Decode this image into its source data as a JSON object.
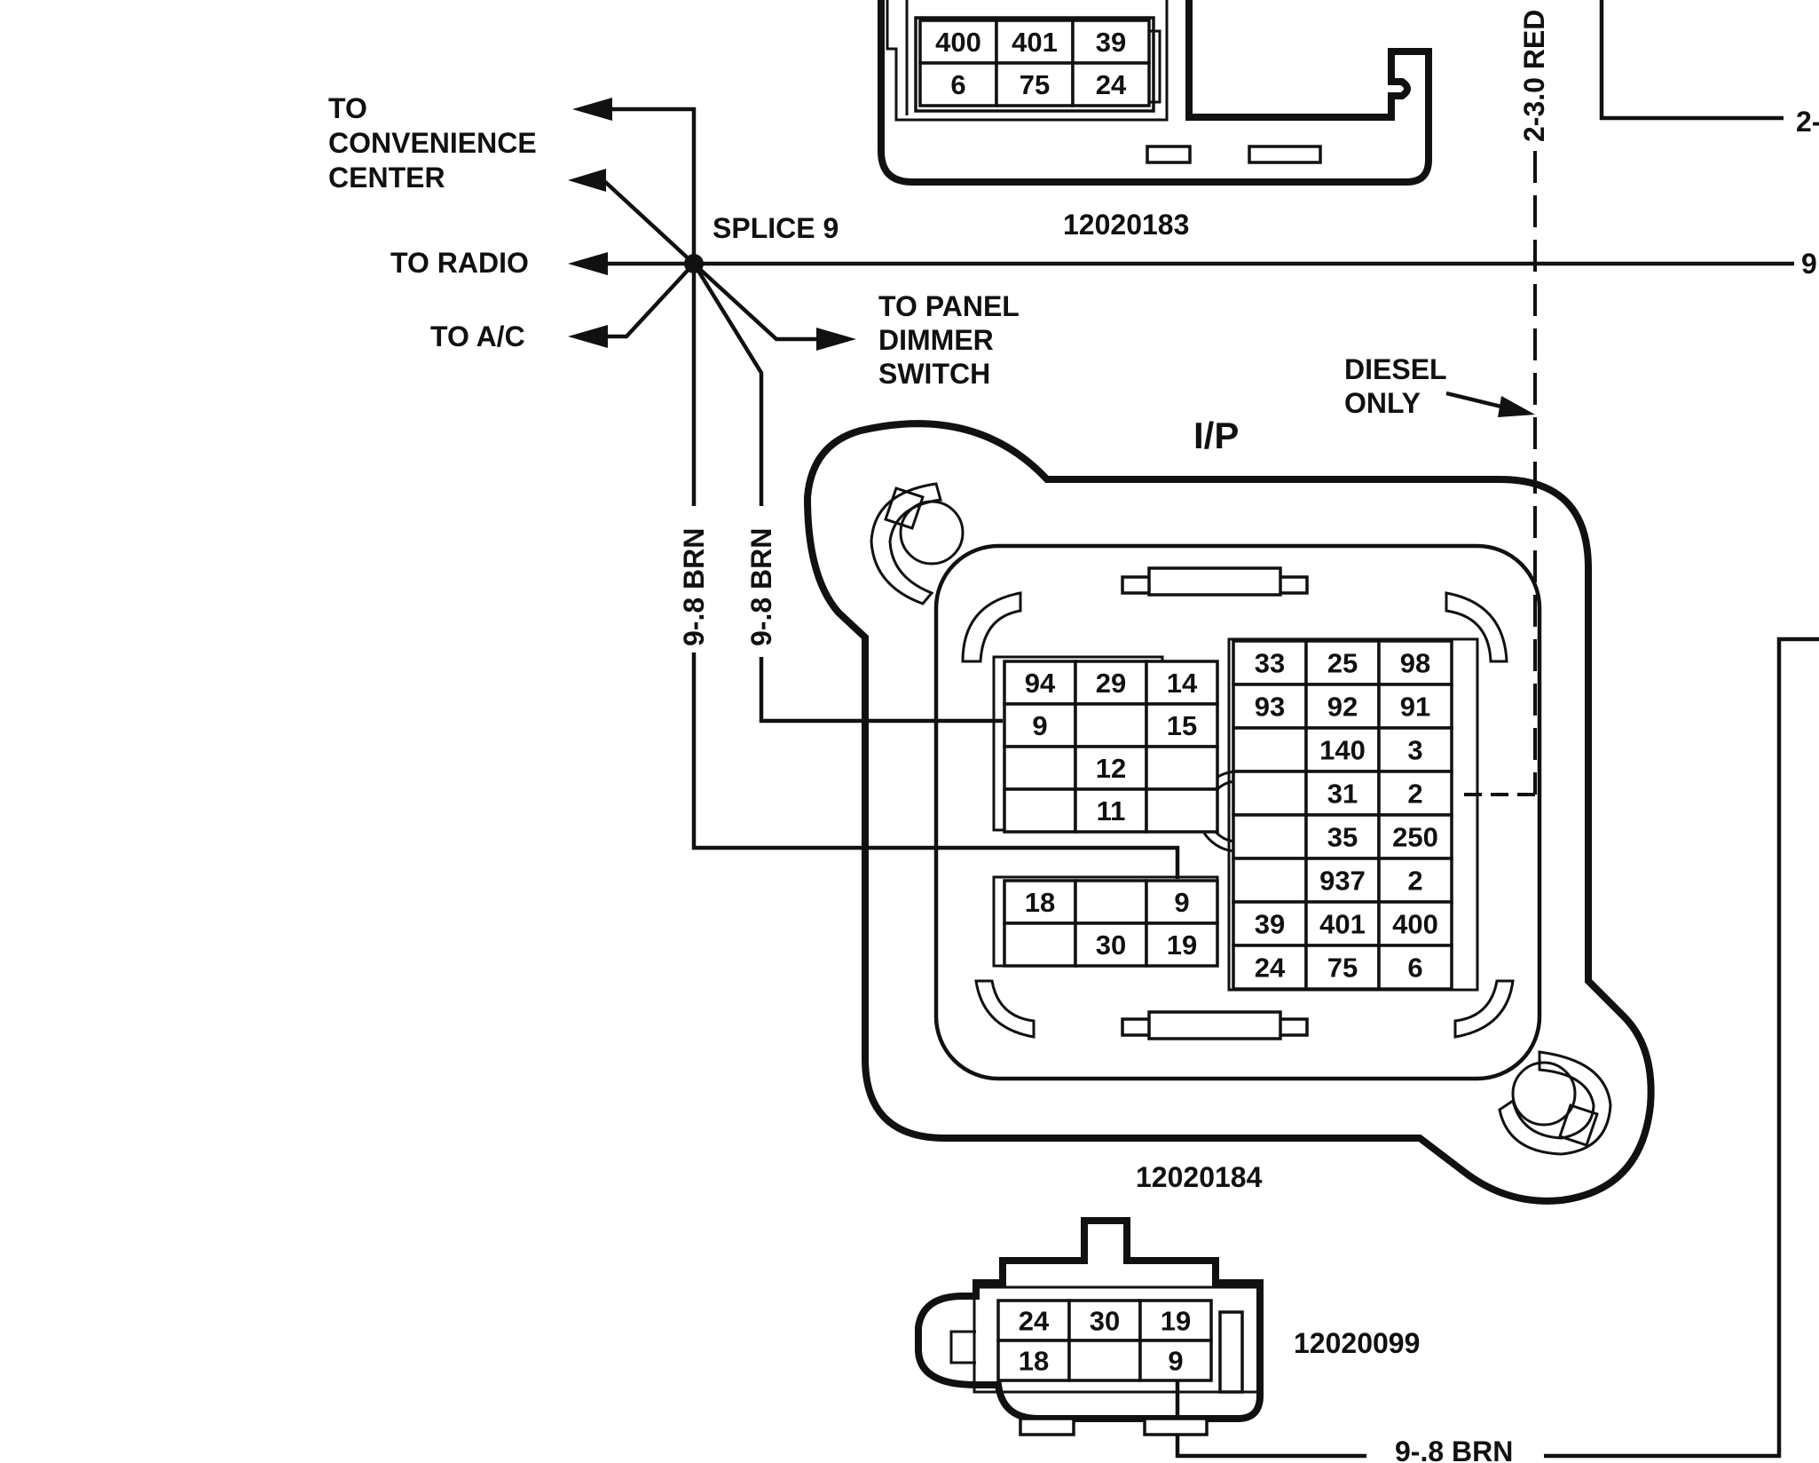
{
  "labels": {
    "to_convenience_center_1": "TO",
    "to_convenience_center_2": "CONVENIENCE",
    "to_convenience_center_3": "CENTER",
    "to_radio": "TO RADIO",
    "to_ac": "TO A/C",
    "splice": "SPLICE 9",
    "to_panel_dimmer_1": "TO PANEL",
    "to_panel_dimmer_2": "DIMMER",
    "to_panel_dimmer_3": "SWITCH",
    "diesel_only_1": "DIESEL",
    "diesel_only_2": "ONLY",
    "ip": "I/P",
    "wire_red": "2-3.0 RED",
    "wire_brn_left": "9-.8 BRN",
    "wire_brn_right": "9-.8 BRN",
    "wire_brn_bottom": "9-.8 BRN",
    "edge_right_top": "2-",
    "edge_right_mid": "9"
  },
  "connectors": {
    "top": {
      "part_number": "12020183",
      "cells": [
        "400",
        "401",
        "39",
        "6",
        "75",
        "24"
      ]
    },
    "main": {
      "part_number": "12020184",
      "left_block": [
        "94",
        "29",
        "14",
        "9",
        "",
        "15",
        "",
        "12",
        "",
        "",
        "11",
        ""
      ],
      "bottom_left_block": [
        "18",
        "",
        "9",
        "",
        "30",
        "19"
      ],
      "right_block": [
        "33",
        "25",
        "98",
        "93",
        "92",
        "91",
        "",
        "140",
        "3",
        "",
        "31",
        "2",
        "",
        "35",
        "250",
        "",
        "937",
        "2",
        "39",
        "401",
        "400",
        "24",
        "75",
        "6"
      ]
    },
    "bottom": {
      "part_number": "12020099",
      "cells": [
        "24",
        "30",
        "19",
        "18",
        "",
        "9"
      ]
    }
  }
}
